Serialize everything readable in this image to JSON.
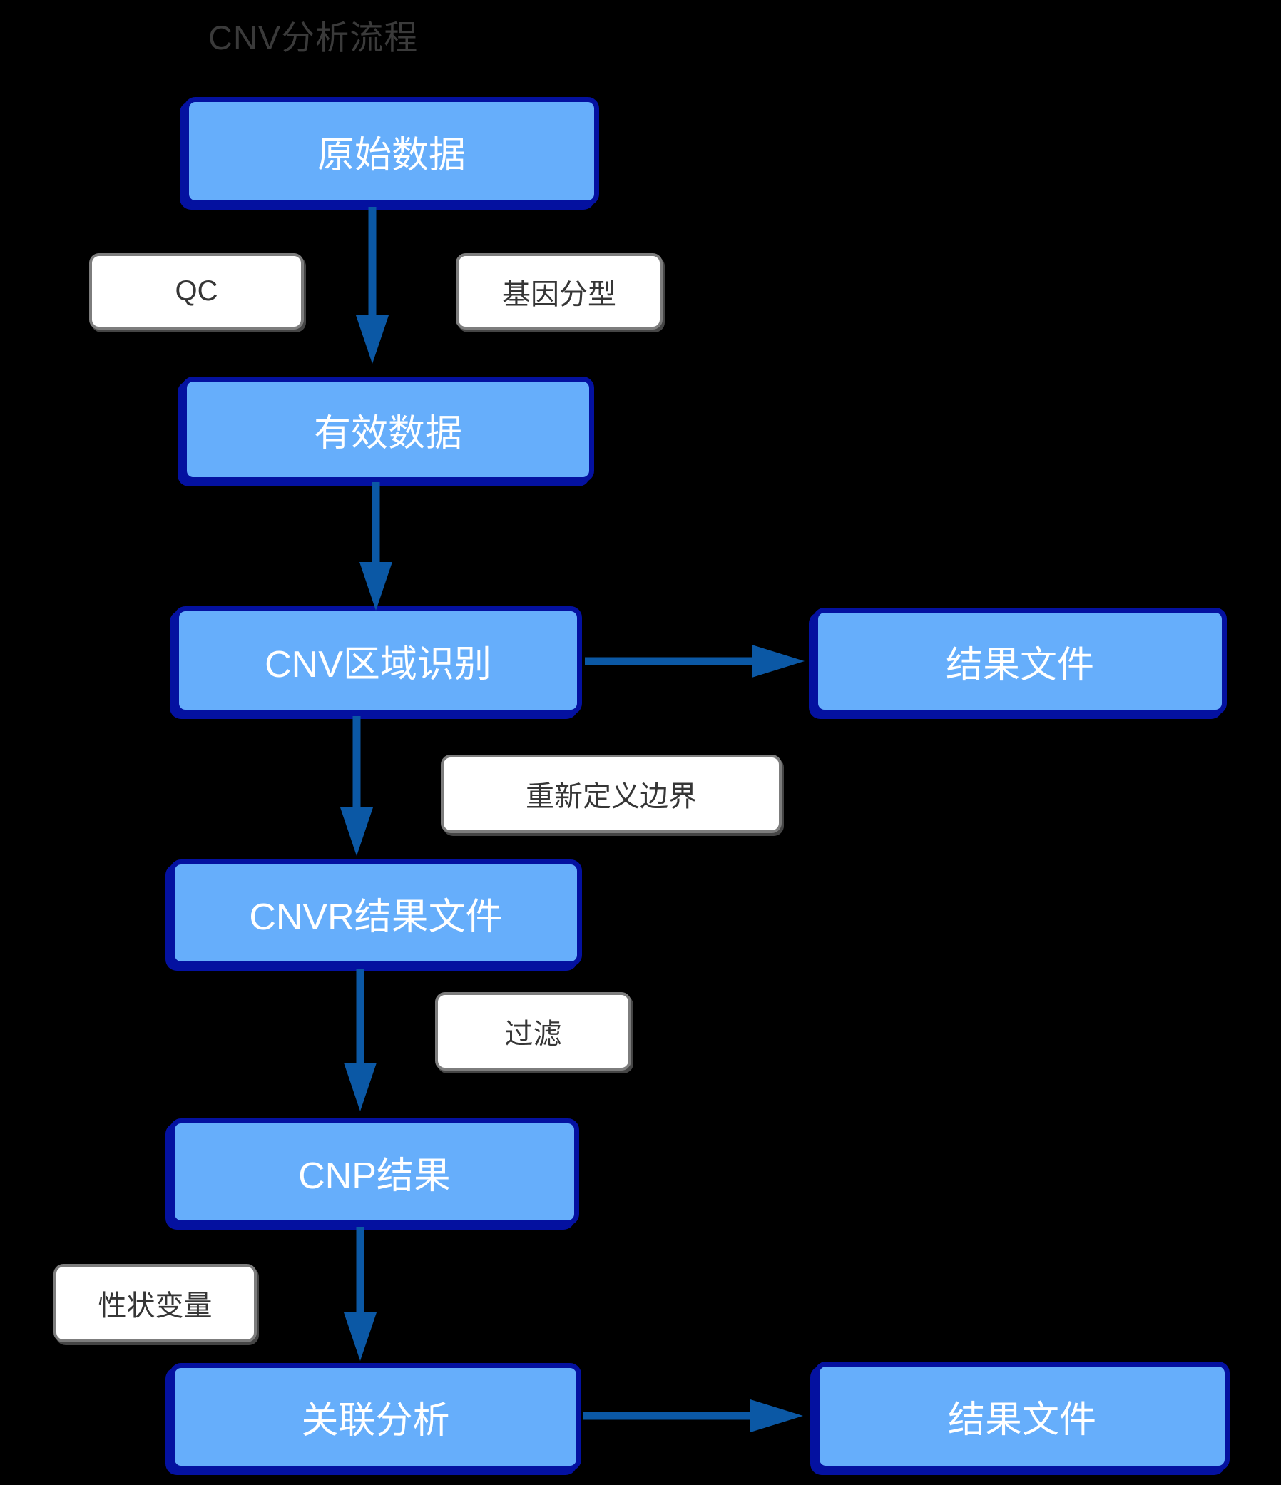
{
  "title": "CNV分析流程",
  "colors": {
    "background": "#000000",
    "node_fill": "#66AEFB",
    "node_border": "#0411A0",
    "node_text": "#FFFFFF",
    "label_fill": "#FFFFFF",
    "label_border": "#7D7D7D",
    "label_text": "#363636",
    "arrow": "#0B58A5",
    "title_text": "#3A3A3A"
  },
  "nodes": [
    {
      "id": "raw",
      "label": "原始数据"
    },
    {
      "id": "valid",
      "label": "有效数据"
    },
    {
      "id": "cnv_region",
      "label": "CNV区域识别"
    },
    {
      "id": "result_top",
      "label": "结果文件"
    },
    {
      "id": "cnvr",
      "label": "CNVR结果文件"
    },
    {
      "id": "cnp",
      "label": "CNP结果"
    },
    {
      "id": "assoc",
      "label": "关联分析"
    },
    {
      "id": "result_bottom",
      "label": "结果文件"
    }
  ],
  "labels": [
    {
      "id": "qc",
      "text": "QC"
    },
    {
      "id": "genotyping",
      "text": "基因分型"
    },
    {
      "id": "redefine",
      "text": "重新定义边界"
    },
    {
      "id": "filter",
      "text": "过滤"
    },
    {
      "id": "trait",
      "text": "性状变量"
    }
  ],
  "edges": [
    {
      "from": "原始数据",
      "to": "有效数据",
      "via": "QC / 基因分型"
    },
    {
      "from": "有效数据",
      "to": "CNV区域识别",
      "via": ""
    },
    {
      "from": "CNV区域识别",
      "to": "结果文件",
      "via": ""
    },
    {
      "from": "CNV区域识别",
      "to": "CNVR结果文件",
      "via": "重新定义边界"
    },
    {
      "from": "CNVR结果文件",
      "to": "CNP结果",
      "via": "过滤"
    },
    {
      "from": "CNP结果",
      "to": "关联分析",
      "via": "性状变量"
    },
    {
      "from": "关联分析",
      "to": "结果文件",
      "via": ""
    }
  ]
}
